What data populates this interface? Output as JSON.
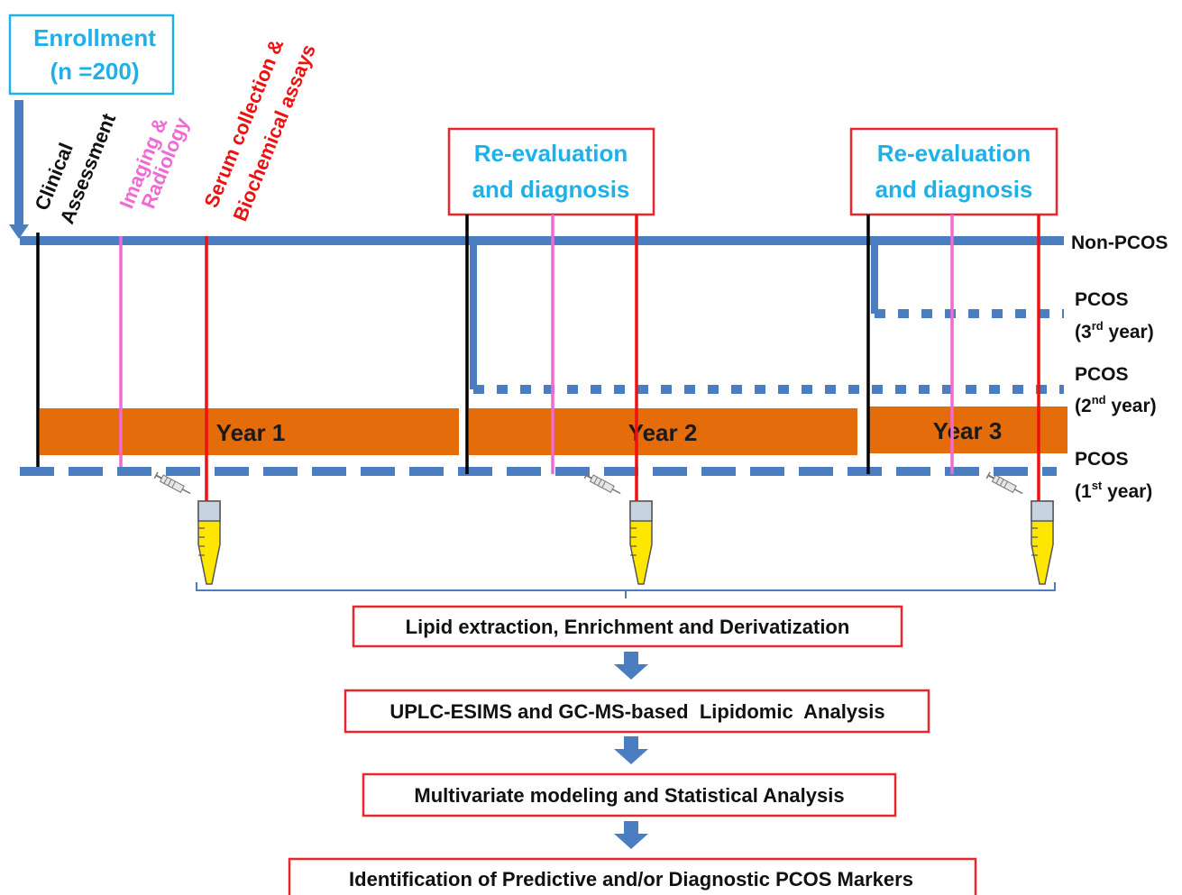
{
  "enrollment": {
    "line1": "Enrollment",
    "line2": "(n =200)"
  },
  "assessments": {
    "clinical_line1": "Clinical",
    "clinical_line2": "Assessment",
    "imaging_line1": "Imaging &",
    "imaging_line2": "Radiology",
    "serum_line1": "Serum collection &",
    "serum_line2": "Biochemical assays"
  },
  "reevaluation": [
    {
      "line1": "Re-evaluation",
      "line2": "and diagnosis"
    },
    {
      "line1": "Re-evaluation",
      "line2": "and diagnosis"
    }
  ],
  "years": [
    "Year 1",
    "Year 2",
    "Year 3"
  ],
  "status_labels": {
    "non_pcos": "Non-PCOS",
    "pcos_3": {
      "line1": "PCOS",
      "open": "(3",
      "sup": "rd",
      "close": " year)"
    },
    "pcos_2": {
      "line1": "PCOS",
      "open": "(2",
      "sup": "nd",
      "close": " year)"
    },
    "pcos_1": {
      "line1": "PCOS",
      "open": "(1",
      "sup": "st",
      "close": " year)"
    }
  },
  "steps": [
    "Lipid extraction, Enrichment and Derivatization",
    "UPLC-ESIMS and GC-MS-based  Lipidomic  Analysis",
    "Multivariate modeling and Statistical Analysis",
    "Identification of Predictive and/or Diagnostic PCOS Markers"
  ],
  "colors": {
    "timeline_blue": "#4a7ec0",
    "year_bar_orange": "#e46c0a",
    "box_red": "#e8262e",
    "box_cyan": "#1fb0e8",
    "clinical_black": "#000000",
    "imaging_pink": "#f06ad4",
    "serum_red": "#ee1111",
    "tube_yellow": "#ffe600"
  },
  "icons": [
    "syringe-icon",
    "sample-tube-icon",
    "down-arrow-icon"
  ]
}
